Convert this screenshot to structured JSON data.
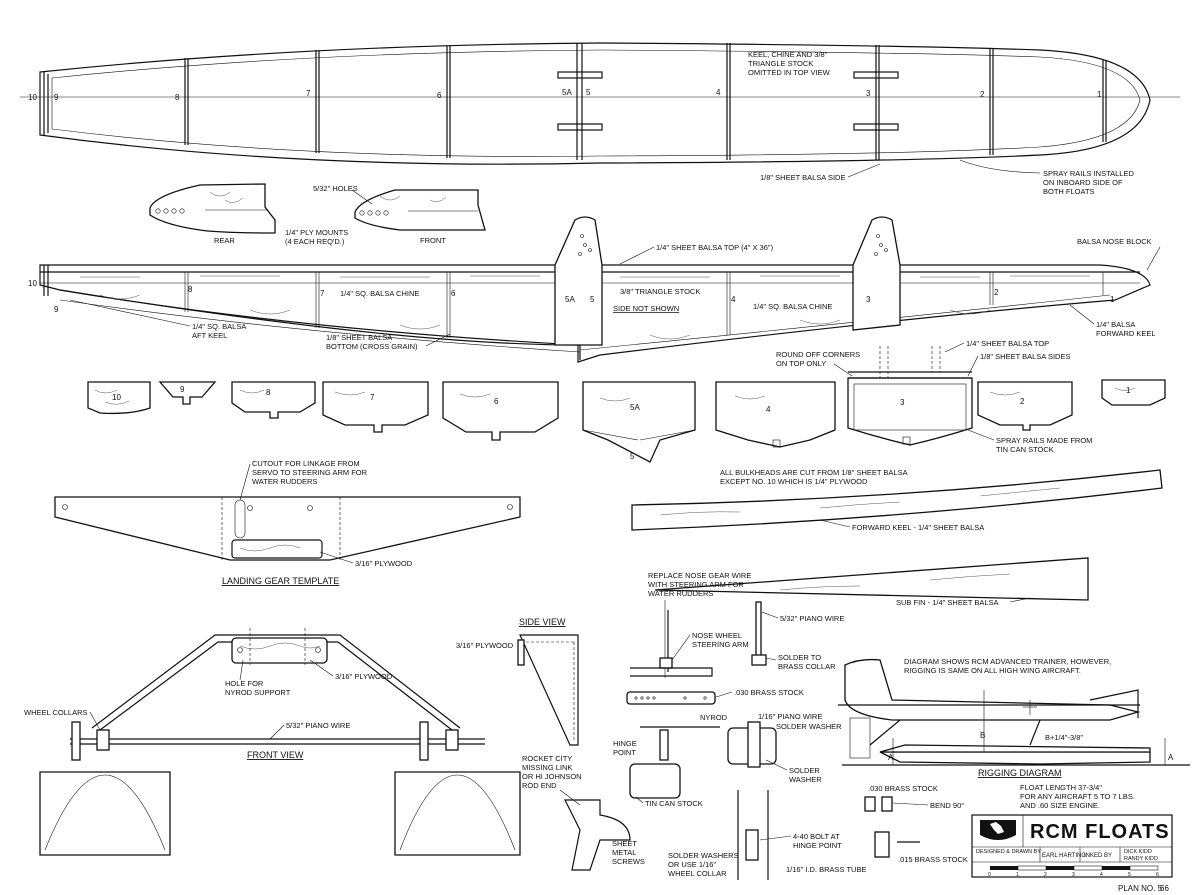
{
  "plan": {
    "title": "RCM FLOATS",
    "plan_no": "PLAN NO. 5",
    "plan_no_suffix": "66",
    "designed_by_label": "DESIGNED & DRAWN BY",
    "designer": "EARL HARTING",
    "inked_by_label": "INKED BY",
    "inkers": [
      "DICK KIDD",
      "RANDY KIDD"
    ],
    "scale_ticks": [
      "0",
      "1",
      "2",
      "3",
      "4",
      "5",
      "6"
    ]
  },
  "top_view": {
    "stations": [
      "10",
      "9",
      "8",
      "7",
      "6",
      "5A",
      "5",
      "4",
      "3",
      "2",
      "1"
    ],
    "note": [
      "KEEL, CHINE AND 3/8\"",
      "TRIANGLE STOCK",
      "OMITTED IN TOP VIEW"
    ],
    "side_label": "1/8\" SHEET BALSA SIDE",
    "spray_rails": [
      "SPRAY RAILS INSTALLED",
      "ON INBOARD SIDE OF",
      "BOTH FLOATS"
    ]
  },
  "ply_mounts": {
    "holes": "5/32\" HOLES",
    "rear": "REAR",
    "front": "FRONT",
    "desc": [
      "1/4\" PLY MOUNTS",
      "(4 EACH REQ'D.)"
    ]
  },
  "side_view": {
    "stations": [
      "10",
      "9",
      "8",
      "7",
      "6",
      "5A",
      "5",
      "4",
      "3",
      "2",
      "1"
    ],
    "top_label": "1/4\" SHEET BALSA TOP (4\" X 36\")",
    "nose_block": "BALSA NOSE BLOCK",
    "chine_left": "1/4\" SQ. BALSA CHINE",
    "triangle": "3/8\" TRIANGLE STOCK",
    "side_not_shown": "SIDE NOT SHOWN",
    "chine_right": "1/4\" SQ. BALSA CHINE",
    "aft_keel": [
      "1/4\" SQ. BALSA",
      "AFT KEEL"
    ],
    "bottom": [
      "1/8\" SHEET BALSA",
      "BOTTOM (CROSS GRAIN)"
    ],
    "fwd_keel": [
      "1/4\" BALSA",
      "FORWARD KEEL"
    ]
  },
  "bulkheads": {
    "labels": [
      "10",
      "9",
      "8",
      "7",
      "6",
      "5A",
      "5",
      "4",
      "3",
      "2",
      "1"
    ],
    "round_off": [
      "ROUND OFF CORNERS",
      "ON TOP ONLY"
    ],
    "sheet_top": "1/4\" SHEET BALSA TOP",
    "sheet_sides": "1/8\" SHEET BALSA SIDES",
    "spray_rails": [
      "SPRAY RAILS MADE FROM",
      "TIN CAN STOCK"
    ],
    "note": [
      "ALL BULKHEADS ARE CUT FROM 1/8\" SHEET BALSA",
      "EXCEPT NO. 10 WHICH IS 1/4\" PLYWOOD"
    ]
  },
  "landing_gear": {
    "cutout": [
      "CUTOUT FOR LINKAGE FROM",
      "SERVO TO STEERING ARM FOR",
      "WATER RUDDERS"
    ],
    "plywood": "3/16\" PLYWOOD",
    "title": "LANDING GEAR TEMPLATE"
  },
  "keel_parts": {
    "forward_keel": "FORWARD KEEL - 1/4\" SHEET BALSA",
    "sub_fin": "SUB FIN - 1/4\" SHEET BALSA"
  },
  "front_view": {
    "title": "FRONT VIEW",
    "plywood": "3/16\" PLYWOOD",
    "hole": [
      "HOLE FOR",
      "NYROD SUPPORT"
    ],
    "collars": "WHEEL COLLARS",
    "wire": "5/32\" PIANO WIRE"
  },
  "side_view_detail": {
    "title": "SIDE VIEW",
    "plywood": "3/16\" PLYWOOD"
  },
  "rudder": {
    "replace": [
      "REPLACE NOSE GEAR WIRE",
      "WITH STEERING ARM FOR",
      "WATER RUDDERS"
    ],
    "piano": "5/32\" PIANO WIRE",
    "nose_wheel": [
      "NOSE WHEEL",
      "STEERING ARM"
    ],
    "solder_collar": [
      "SOLDER TO",
      "BRASS COLLAR"
    ],
    "brass": ".030 BRASS STOCK",
    "nyrod": "NYROD",
    "piano_116": "1/16\" PIANO WIRE",
    "solder_washer": "SOLDER WASHER",
    "hinge": [
      "HINGE",
      "POINT"
    ],
    "solder_washer2": [
      "SOLDER",
      "WASHER"
    ],
    "tin_can": "TIN CAN STOCK",
    "rocket": [
      "ROCKET CITY",
      "MISSING LINK",
      "OR HI JOHNSON",
      "ROD END"
    ],
    "screws": [
      "SHEET",
      "METAL",
      "SCREWS"
    ],
    "washers": [
      "SOLDER WASHERS",
      "OR USE 1/16\"",
      "WHEEL COLLAR"
    ],
    "bolt": [
      "4-40 BOLT AT",
      "HINGE POINT"
    ],
    "tube": "1/16\" I.D. BRASS TUBE"
  },
  "rigging": {
    "note": [
      "DIAGRAM SHOWS RCM ADVANCED TRAINER, HOWEVER,",
      "RIGGING IS SAME ON ALL HIGH WING AIRCRAFT."
    ],
    "title": "RIGGING DIAGRAM",
    "dim_a": "A",
    "dim_b": "B",
    "dim_b2": "B+1/4\"-3/8\"",
    "brass": ".030 BRASS STOCK",
    "bend": "BEND 90°",
    "brass2": ".015 BRASS STOCK",
    "float_len": [
      "FLOAT LENGTH 37-3/4\"",
      "FOR ANY AIRCRAFT 5 TO 7 LBS.",
      "AND .60 SIZE ENGINE."
    ]
  }
}
